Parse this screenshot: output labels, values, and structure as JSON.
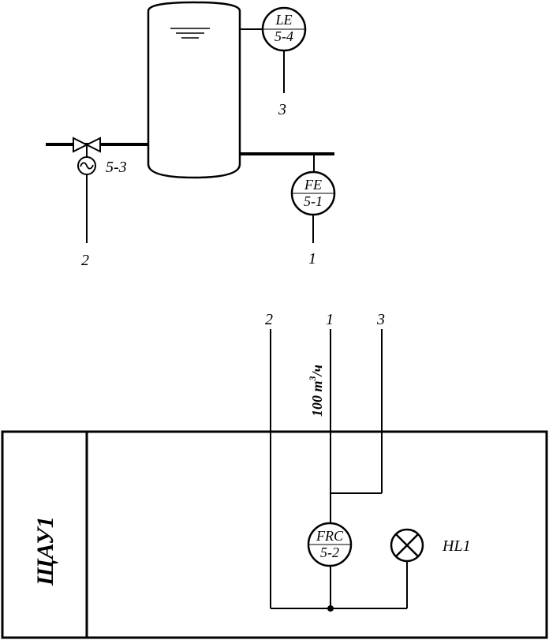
{
  "instruments": {
    "level": {
      "code": "LE",
      "tag": "5-4",
      "line": "3"
    },
    "flow": {
      "code": "FE",
      "tag": "5-1",
      "line": "1"
    },
    "actuator": {
      "tag": "5-3",
      "line": "2"
    },
    "controller": {
      "code": "FRC",
      "tag": "5-2"
    }
  },
  "panel": {
    "name": "ЩАУ1",
    "lamp": "HL1",
    "inputs": [
      "2",
      "1",
      "3"
    ],
    "setpoint_value": "100 m",
    "setpoint_exp": "3",
    "setpoint_unit": "/ч"
  }
}
